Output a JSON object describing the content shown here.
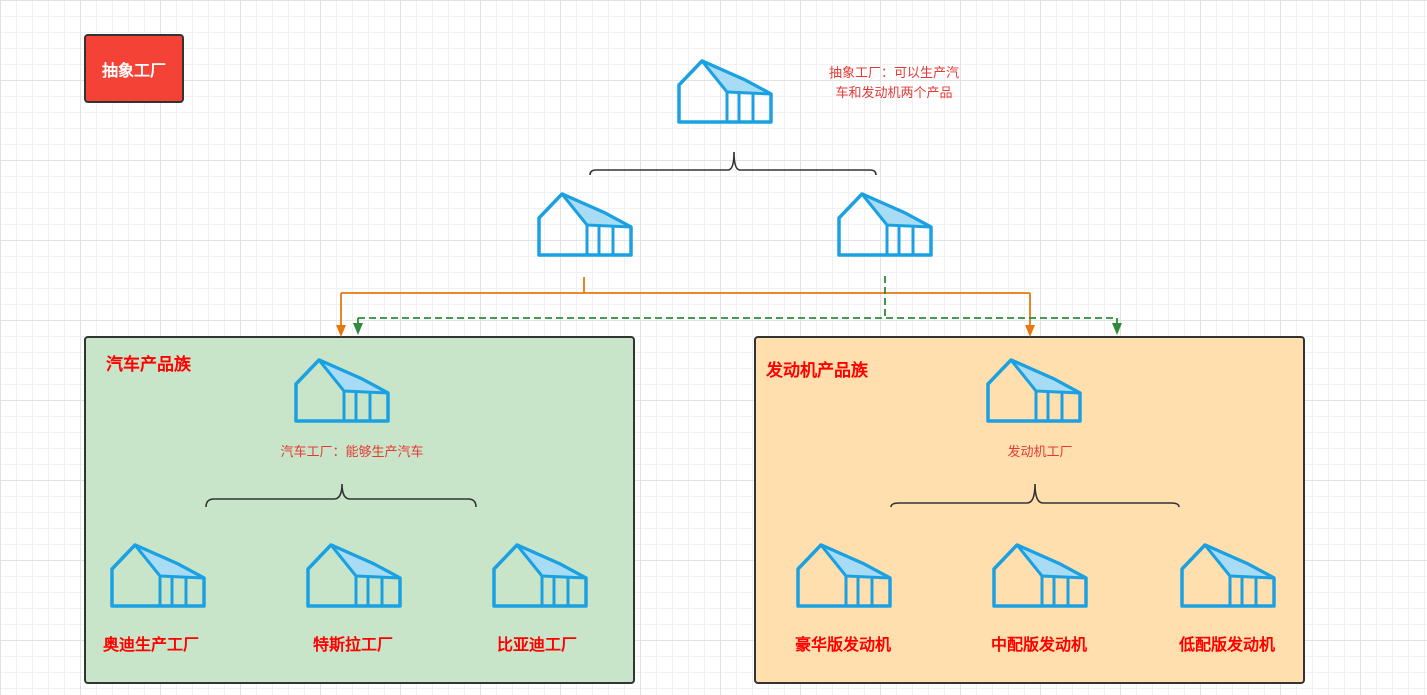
{
  "legend_title": "抽象工厂",
  "top_note_lines": [
    "抽象工厂：可以生产汽",
    "车和发动机两个产品"
  ],
  "groups": [
    {
      "title": "汽车产品族",
      "factory_note": "汽车工厂：能够生产汽车",
      "leaves": [
        "奥迪生产工厂",
        "特斯拉工厂",
        "比亚迪工厂"
      ]
    },
    {
      "title": "发动机产品族",
      "factory_note": "发动机工厂",
      "leaves": [
        "豪华版发动机",
        "中配版发动机",
        "低配版发动机"
      ]
    }
  ],
  "colors": {
    "icon_stroke": "#1ba1e2",
    "icon_roof_fill": "#a8dcf5",
    "solid_connector": "#e6780f",
    "dashed_connector": "#2e8b3d",
    "car_group_bg": "#c9e5c9",
    "engine_group_bg": "#ffdfae",
    "title_box_bg": "#f44336"
  },
  "icons": [
    "factory-icon"
  ]
}
